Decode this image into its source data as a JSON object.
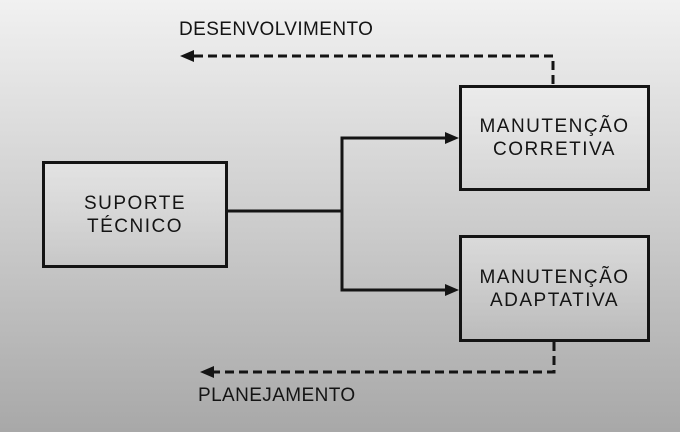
{
  "diagram": {
    "labels": {
      "desenvolvimento": "DESENVOLVIMENTO",
      "planejamento": "PLANEJAMENTO"
    },
    "nodes": {
      "suporte": {
        "line1": "SUPORTE",
        "line2": "TÉCNICO"
      },
      "corretiva": {
        "line1": "MANUTENÇÃO",
        "line2": "CORRETIVA"
      },
      "adaptativa": {
        "line1": "MANUTENÇÃO",
        "line2": "ADAPTATIVA"
      }
    },
    "colors": {
      "line": "#141414",
      "text": "#141414",
      "background_top": "#f1f1f1",
      "background_bottom": "#a8a8a8"
    }
  }
}
